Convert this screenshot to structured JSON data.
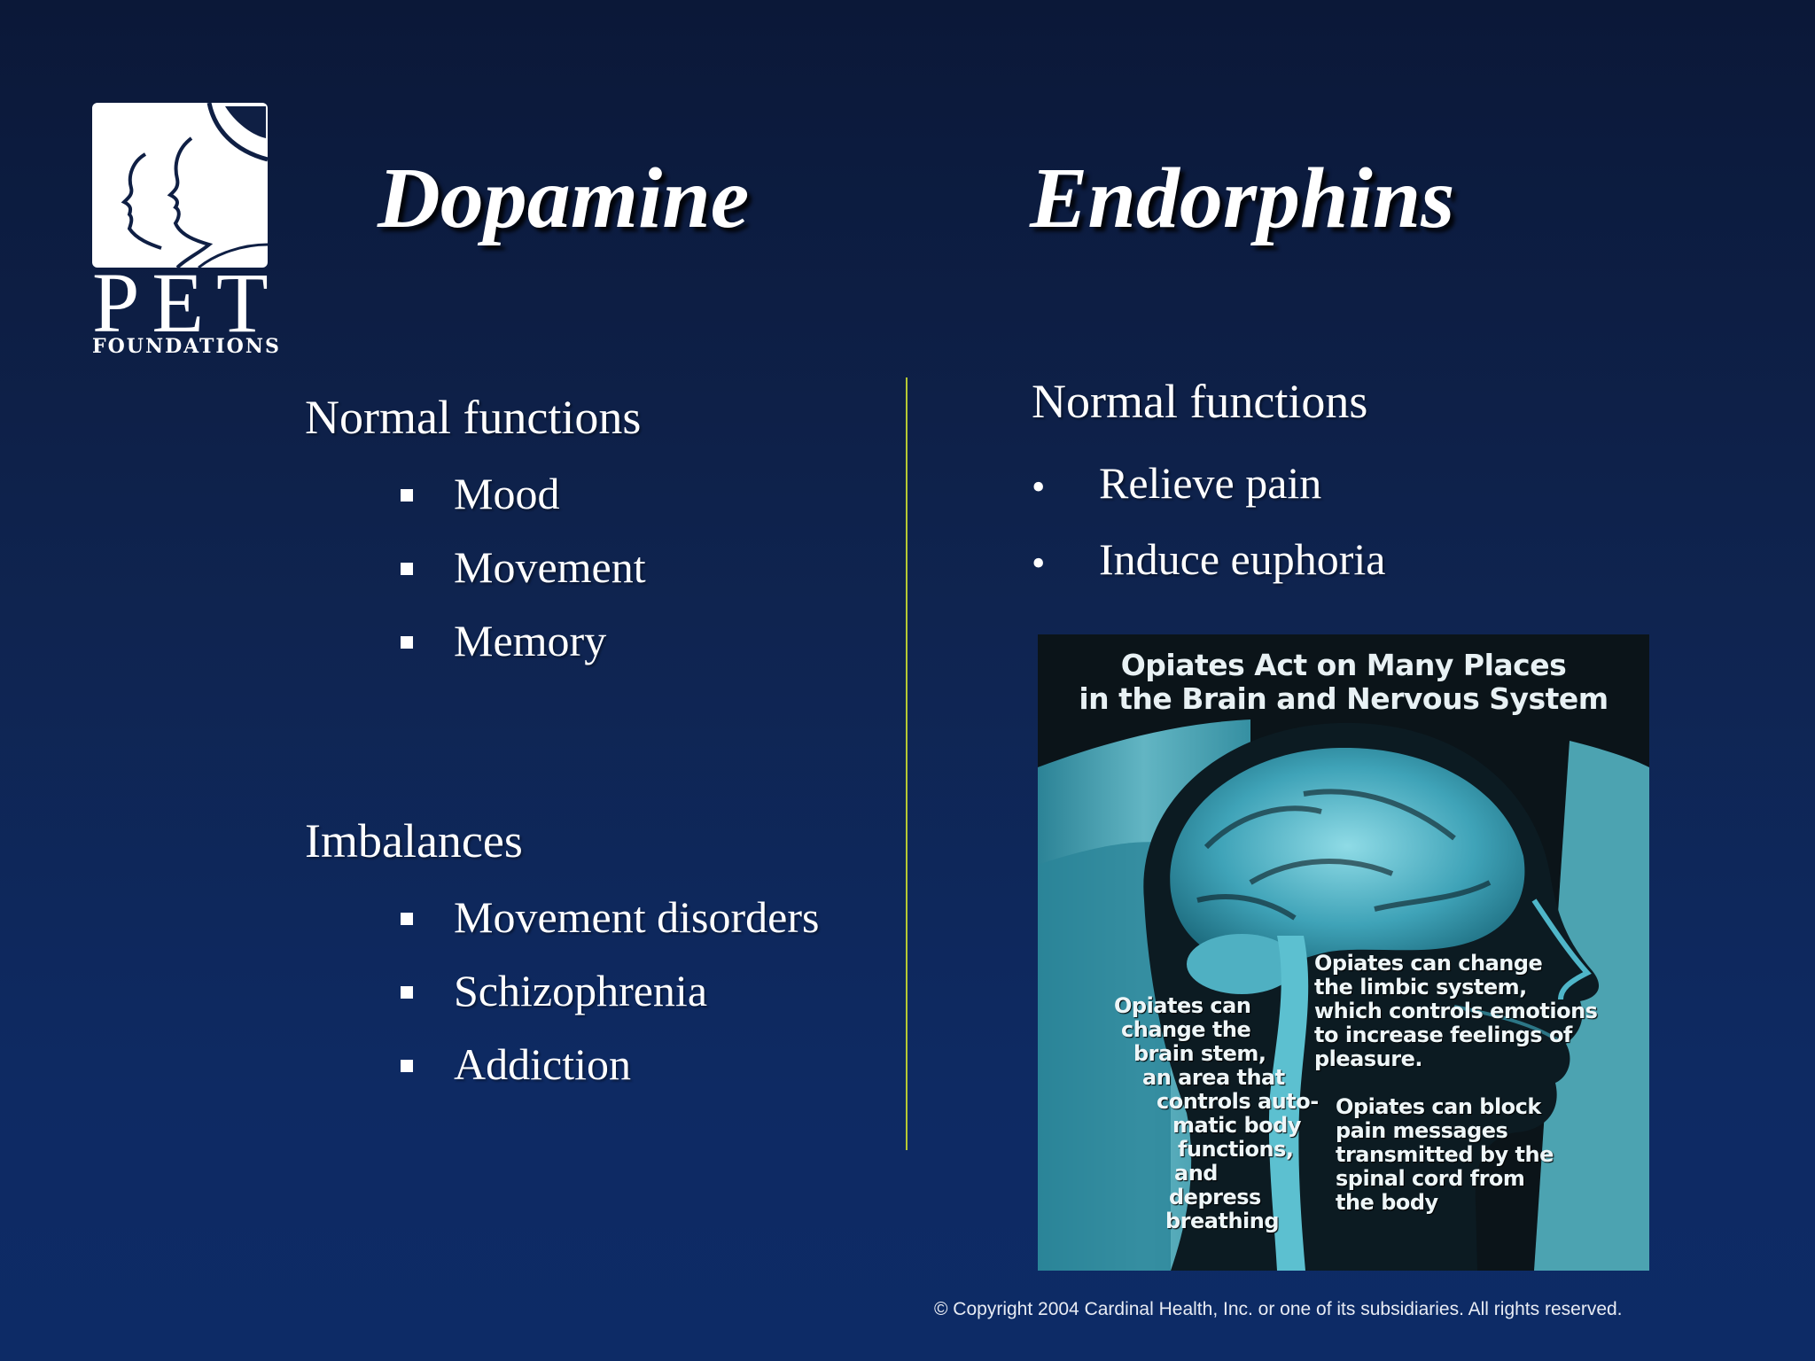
{
  "logo": {
    "main": "PET",
    "sub": "FOUNDATIONS"
  },
  "left": {
    "heading": "Dopamine",
    "normal_title": "Normal functions",
    "normal_items": [
      "Mood",
      "Movement",
      "Memory"
    ],
    "imbalance_title": "Imbalances",
    "imbalance_items": [
      "Movement disorders",
      "Schizophrenia",
      "Addiction"
    ]
  },
  "right": {
    "heading": "Endorphins",
    "normal_title": "Normal functions",
    "normal_items": [
      "Relieve pain",
      "Induce euphoria"
    ]
  },
  "figure": {
    "title_line1": "Opiates Act on Many Places",
    "title_line2": "in the Brain and Nervous System",
    "note_brainstem": [
      "Opiates can",
      "change the",
      "brain stem,",
      "an area that",
      "controls auto-",
      "matic body",
      "functions,",
      "and",
      "depress",
      "breathing"
    ],
    "note_limbic": [
      "Opiates can change",
      "the limbic system,",
      "which controls emotions",
      "to increase feelings of",
      "pleasure."
    ],
    "note_pain": [
      "Opiates can block",
      "pain messages",
      "transmitted by the",
      "spinal cord from",
      "the body"
    ]
  },
  "footer": {
    "copyright": "© Copyright 2004 Cardinal Health, Inc. or one of its subsidiaries.  All rights reserved."
  },
  "colors": {
    "background": "#0f2450",
    "divider": "#b6c934",
    "figure_cyan": "#4fb6c9"
  }
}
